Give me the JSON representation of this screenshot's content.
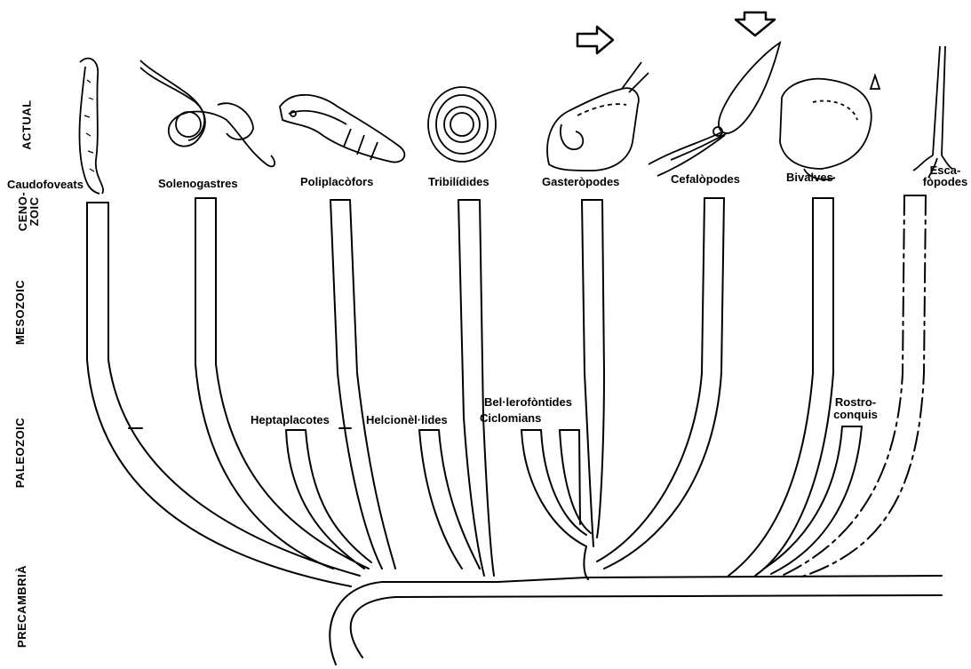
{
  "eras": {
    "actual": "ACTUAL",
    "cenozoic_line1": "CENO-",
    "cenozoic_line2": "ZOIC",
    "mesozoic": "MESOZOIC",
    "paleozoic": "PALEOZOIC",
    "precambria": "PRECAMBRIÀ"
  },
  "taxa": [
    {
      "label": "Caudofoveats"
    },
    {
      "label": "Solenogastres"
    },
    {
      "label": "Poliplacòfors"
    },
    {
      "label": "Tribilídides"
    },
    {
      "label": "Gasteròpodes"
    },
    {
      "label": "Cefalòpodes"
    },
    {
      "label": "Bivalves"
    },
    {
      "label_line1": "Esca-",
      "label_line2": "fòpodes"
    }
  ],
  "fossil_groups": {
    "heptaplacotes": "Heptaplacotes",
    "helcionellides": "Helcionèl·lides",
    "bellerofontides": "Bel·lerofòntides",
    "ciclomians": "Ciclomians",
    "rostroconquis_line1": "Rostro-",
    "rostroconquis_line2": "conquis"
  }
}
